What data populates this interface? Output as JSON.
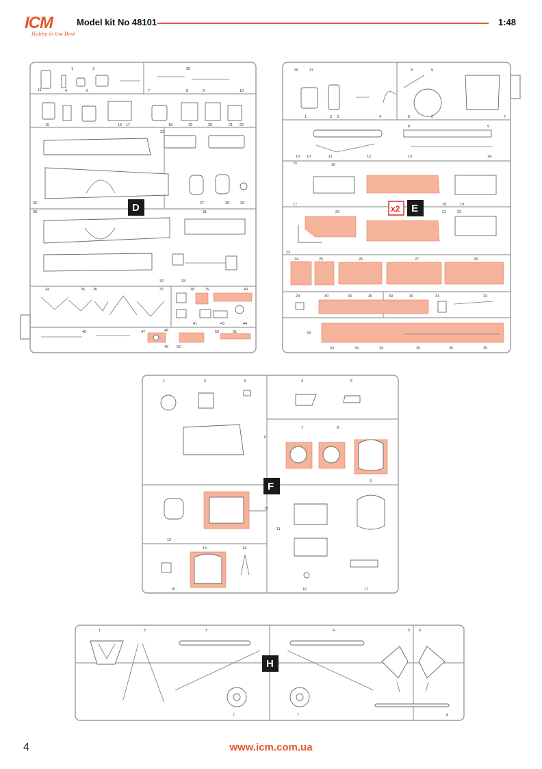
{
  "header": {
    "brand": "ICM",
    "slogan": "Hobby in the Best",
    "model_title": "Model kit No 48101",
    "scale": "1:48"
  },
  "footer": {
    "page_number": "4",
    "website": "www.icm.com.ua"
  },
  "colors": {
    "accent": "#e4572e",
    "highlight": "#f6b39c",
    "sprue": "#9a9a9a"
  },
  "sprues": {
    "D": {
      "label": "D"
    },
    "E": {
      "label": "E",
      "quantity": "x2"
    },
    "F": {
      "label": "F"
    },
    "H": {
      "label": "H"
    }
  }
}
